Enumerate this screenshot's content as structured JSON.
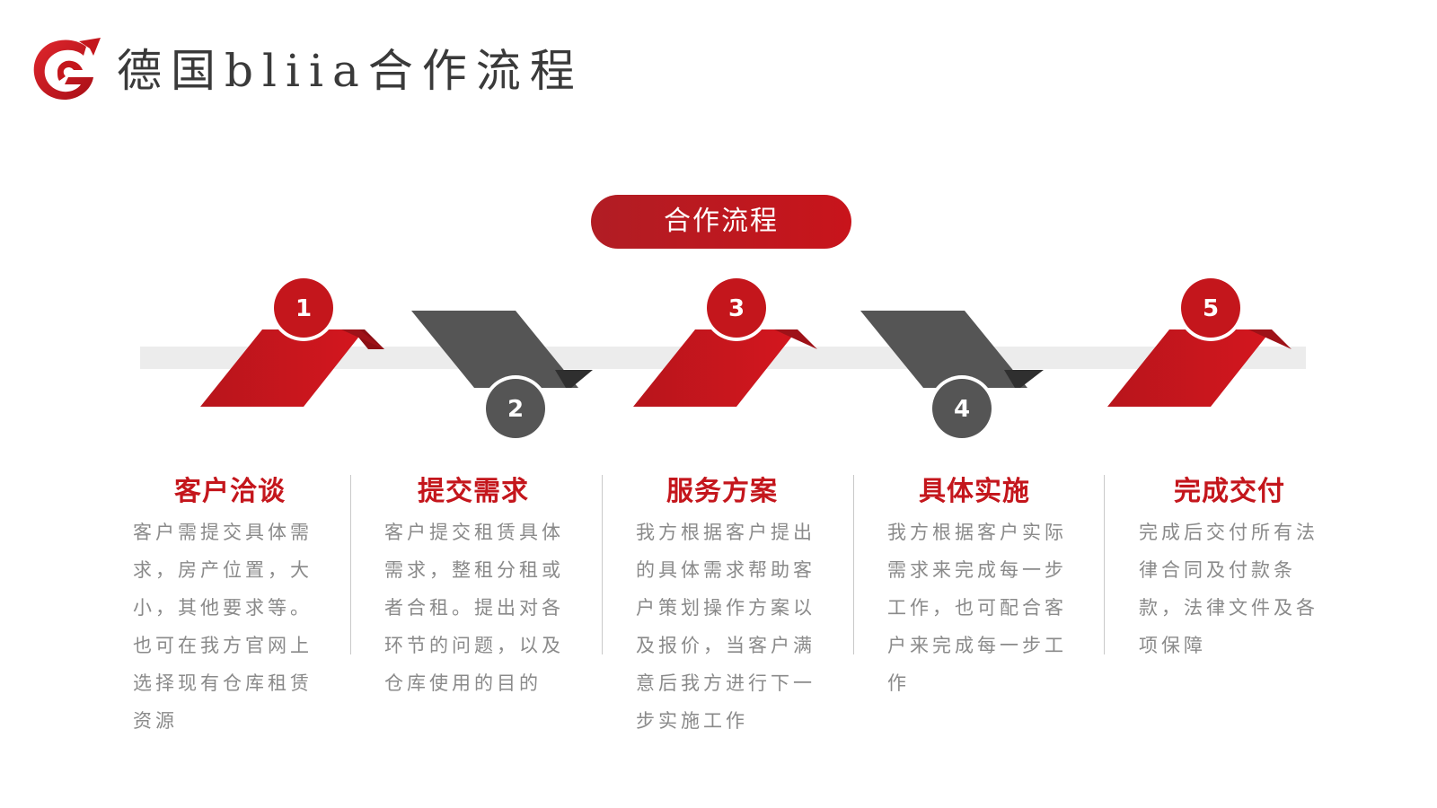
{
  "header": {
    "title": "德国bliia合作流程"
  },
  "section_pill": "合作流程",
  "colors": {
    "accent": "#c4161c",
    "accent_dark": "#8c0f14",
    "gray": "#555555",
    "gray_dark": "#2f2f2f",
    "band": "#ececec",
    "desc_text": "#8a8a8a"
  },
  "steps": [
    {
      "number": "1",
      "title": "客户洽谈",
      "desc": "客户需提交具体需求，房产位置，大小，其他要求等。也可在我方官网上选择现有仓库租赁资源"
    },
    {
      "number": "2",
      "title": "提交需求",
      "desc": "客户提交租赁具体需求，整租分租或者合租。提出对各环节的问题，以及仓库使用的目的"
    },
    {
      "number": "3",
      "title": "服务方案",
      "desc": "我方根据客户提出的具体需求帮助客户策划操作方案以及报价，当客户满意后我方进行下一步实施工作"
    },
    {
      "number": "4",
      "title": "具体实施",
      "desc": "我方根据客户实际需求来完成每一步工作，也可配合客户来完成每一步工作"
    },
    {
      "number": "5",
      "title": "完成交付",
      "desc": "完成后交付所有法律合同及付款条款，法律文件及各项保障"
    }
  ]
}
